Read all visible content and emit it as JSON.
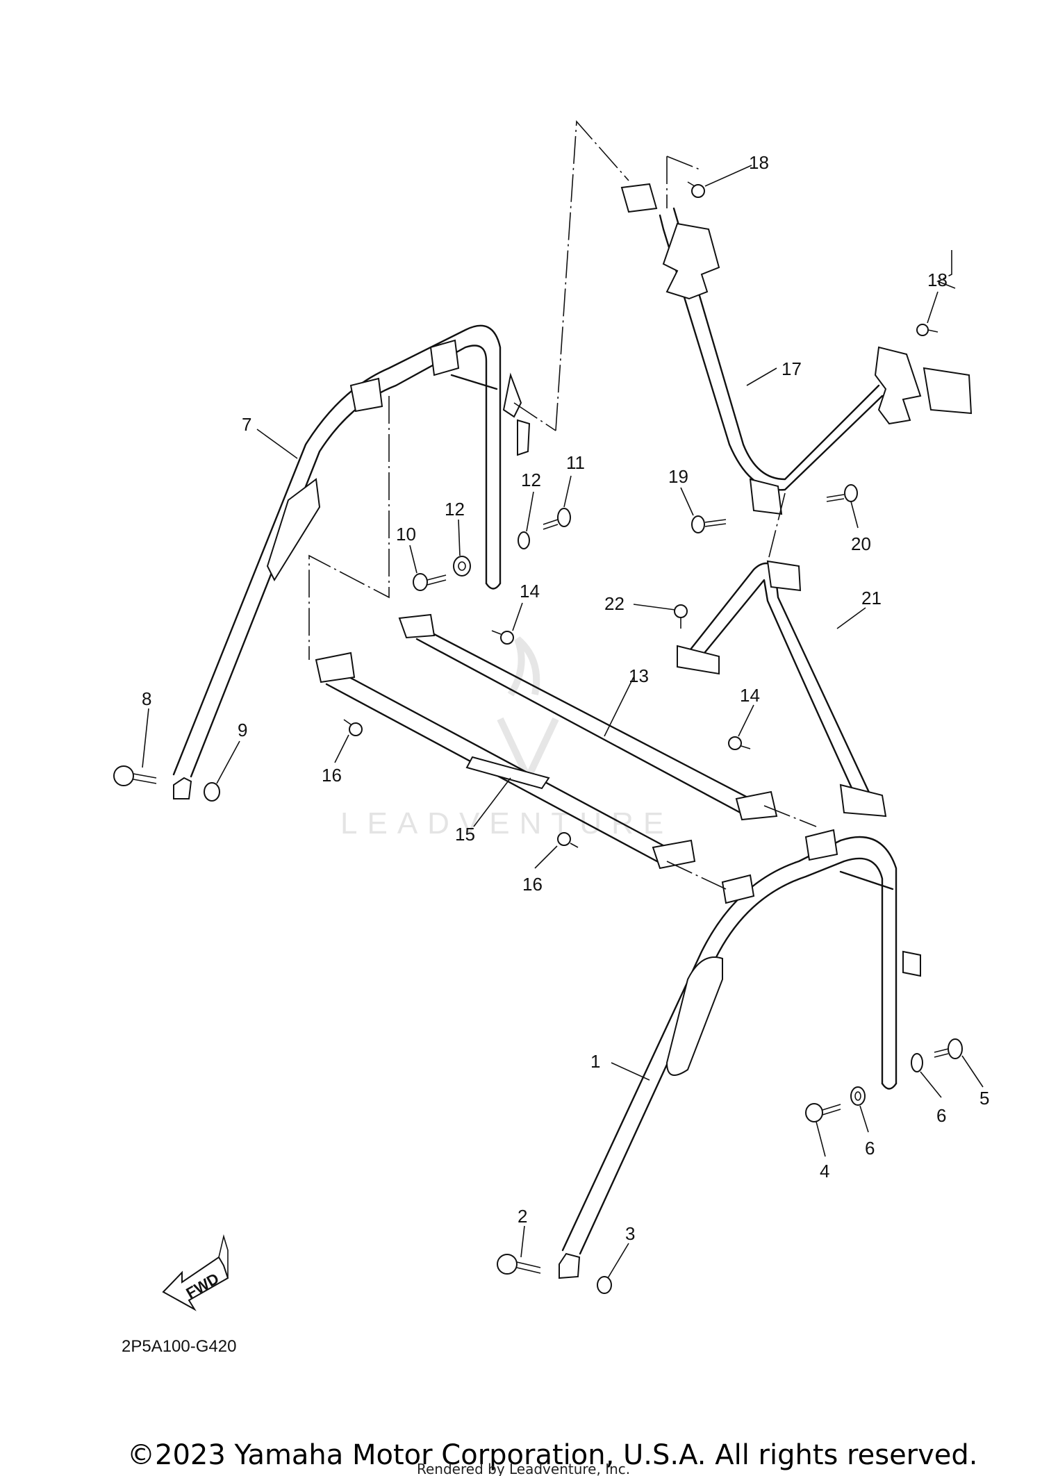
{
  "callouts": [
    {
      "id": "c18a",
      "label": "18"
    },
    {
      "id": "c18b",
      "label": "18"
    },
    {
      "id": "c17",
      "label": "17"
    },
    {
      "id": "c7",
      "label": "7"
    },
    {
      "id": "c11",
      "label": "11"
    },
    {
      "id": "c12a",
      "label": "12"
    },
    {
      "id": "c12b",
      "label": "12"
    },
    {
      "id": "c10",
      "label": "10"
    },
    {
      "id": "c19",
      "label": "19"
    },
    {
      "id": "c20",
      "label": "20"
    },
    {
      "id": "c14a",
      "label": "14"
    },
    {
      "id": "c22",
      "label": "22"
    },
    {
      "id": "c21",
      "label": "21"
    },
    {
      "id": "c13",
      "label": "13"
    },
    {
      "id": "c14b",
      "label": "14"
    },
    {
      "id": "c8",
      "label": "8"
    },
    {
      "id": "c9",
      "label": "9"
    },
    {
      "id": "c16a",
      "label": "16"
    },
    {
      "id": "c15",
      "label": "15"
    },
    {
      "id": "c16b",
      "label": "16"
    },
    {
      "id": "c1",
      "label": "1"
    },
    {
      "id": "c5",
      "label": "5"
    },
    {
      "id": "c6a",
      "label": "6"
    },
    {
      "id": "c6b",
      "label": "6"
    },
    {
      "id": "c4",
      "label": "4"
    },
    {
      "id": "c2",
      "label": "2"
    },
    {
      "id": "c3",
      "label": "3"
    }
  ],
  "fwd_label": "FWD",
  "diagram_code": "2P5A100-G420",
  "copyright": "©2023 Yamaha Motor Corporation, U.S.A. All rights reserved.",
  "rendered_by": "Rendered by Leadventure, Inc.",
  "watermark": "LEADVENTURE"
}
